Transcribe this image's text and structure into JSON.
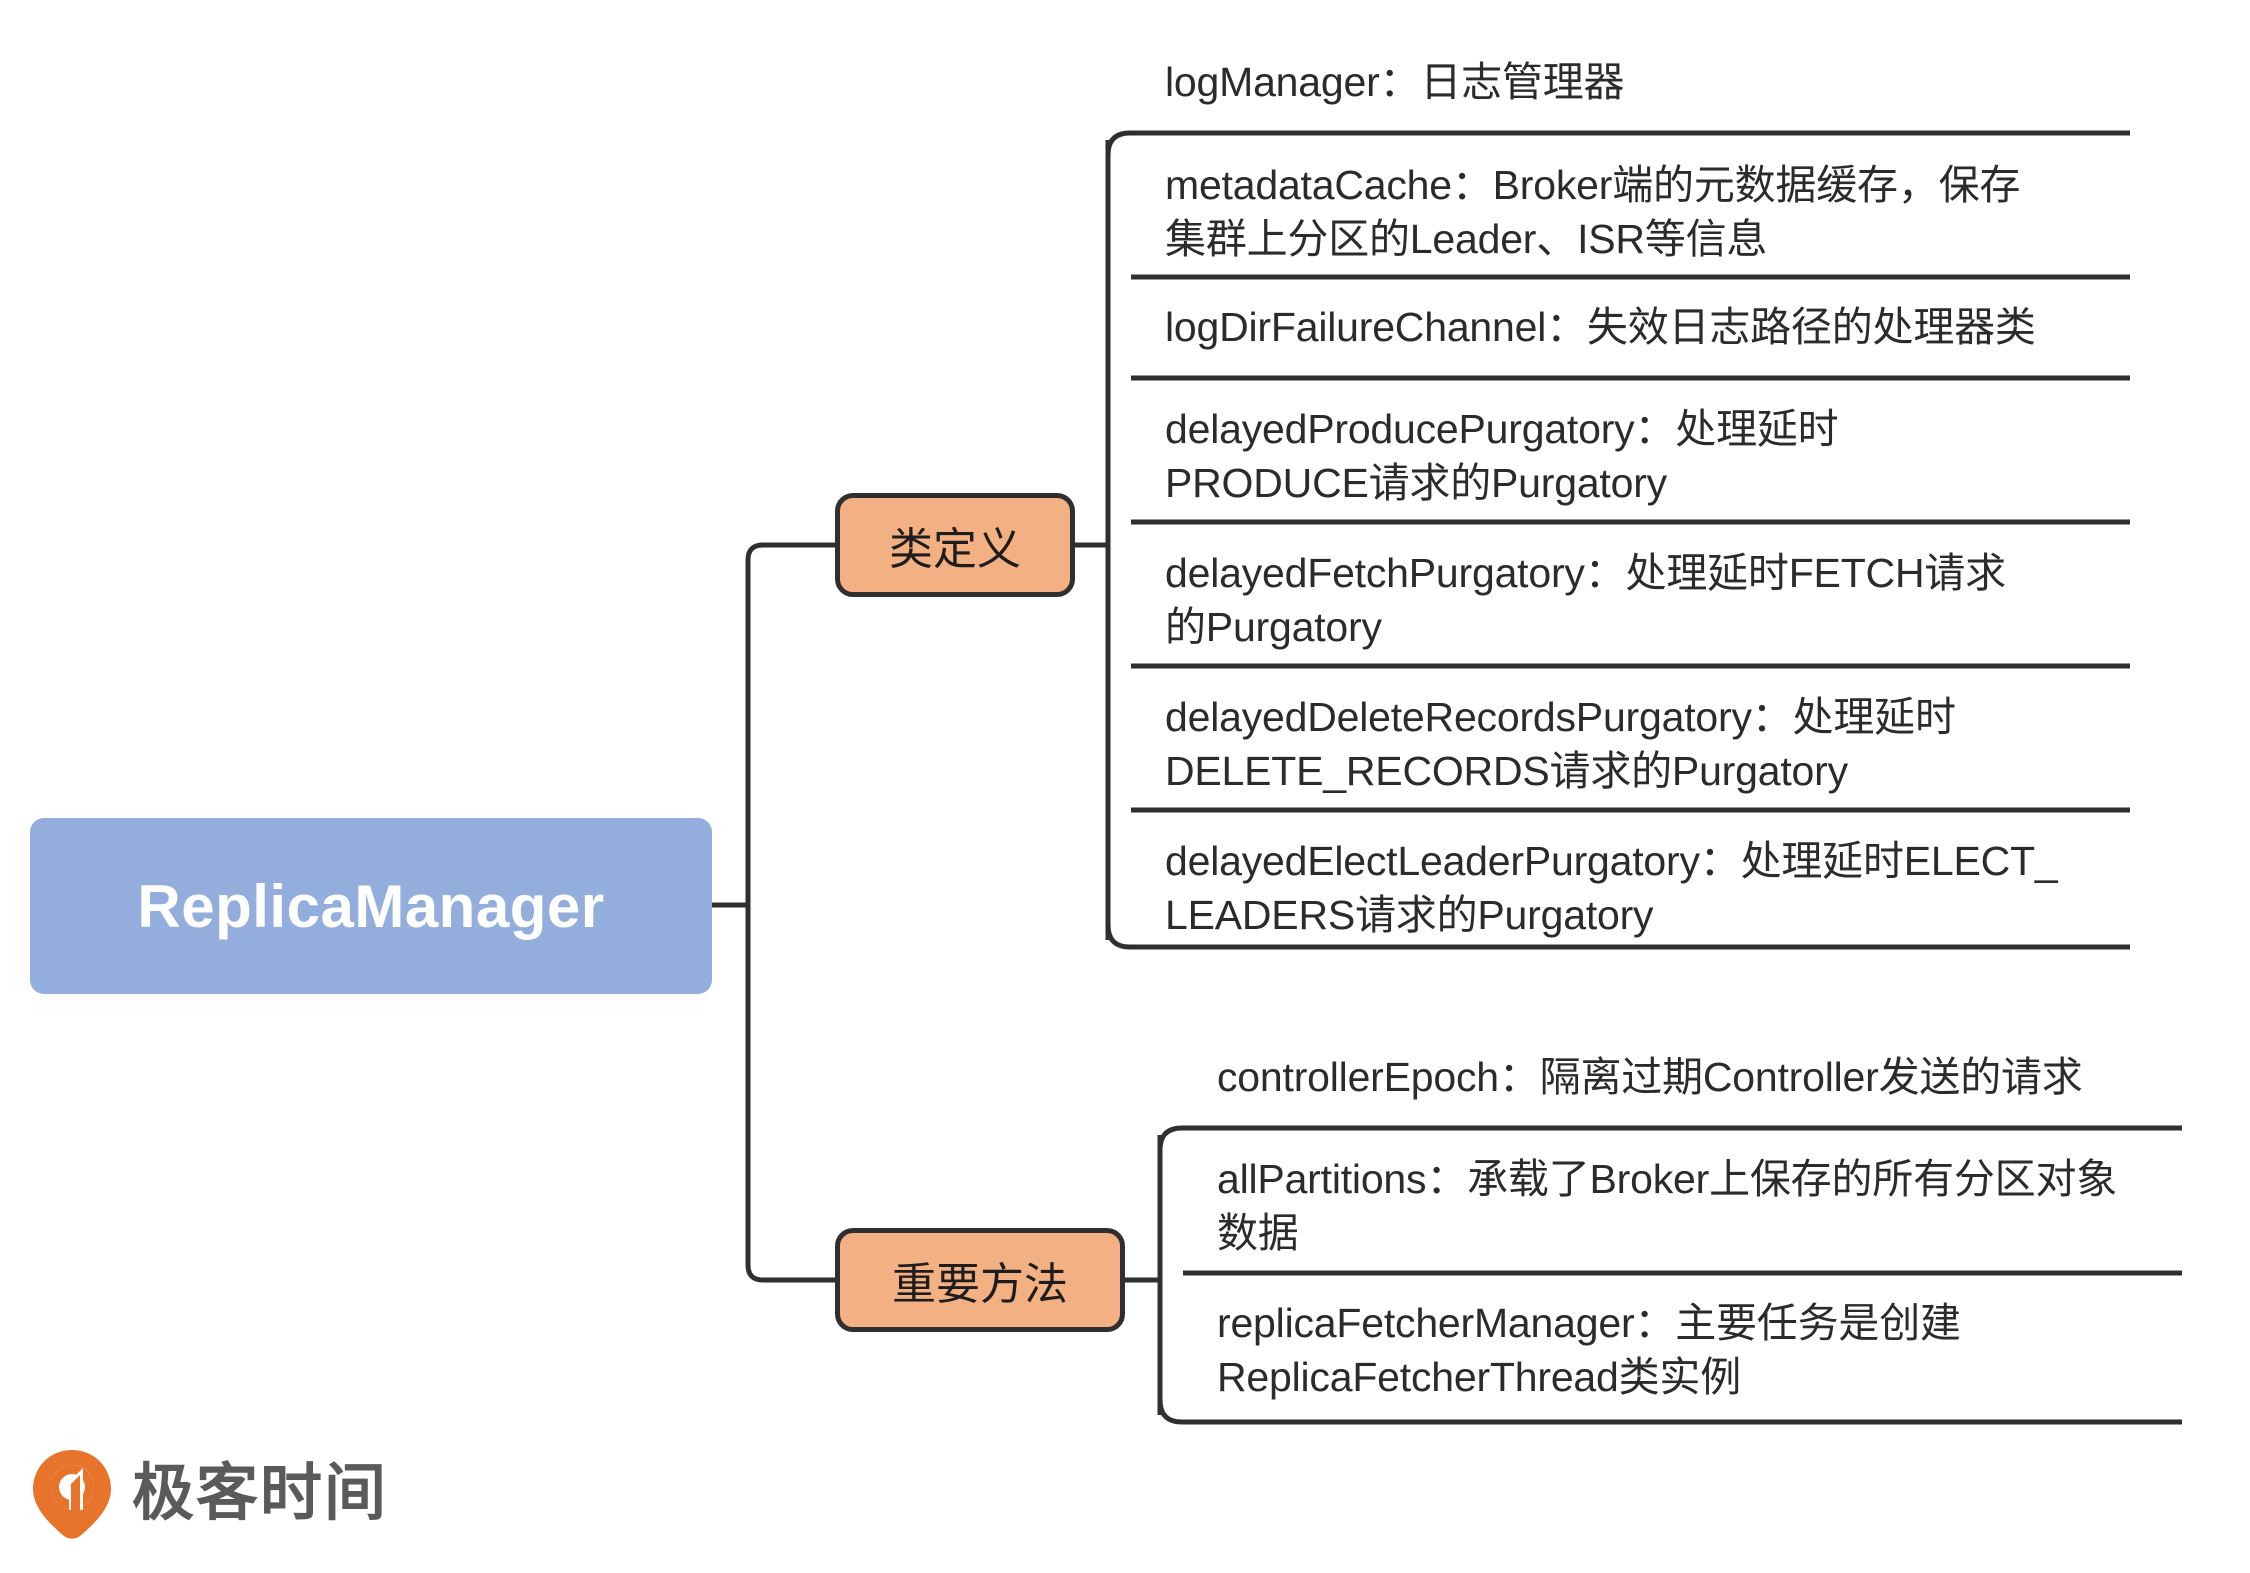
{
  "diagram": {
    "type": "mindmap",
    "root": {
      "label": "ReplicaManager",
      "color": "#93AEDC",
      "text_color": "#FFFFFF"
    },
    "branch_color": "#F3B083",
    "branch_border_color": "#2F2F2F",
    "line_color": "#2F2F2F",
    "branches": [
      {
        "label": "类定义",
        "items": [
          {
            "text": "logManager：日志管理器"
          },
          {
            "text": "metadataCache：Broker端的元数据缓存，保存\n集群上分区的Leader、ISR等信息"
          },
          {
            "text": "logDirFailureChannel：失效日志路径的处理器类"
          },
          {
            "text": "delayedProducePurgatory：处理延时\nPRODUCE请求的Purgatory"
          },
          {
            "text": "delayedFetchPurgatory：处理延时FETCH请求\n的Purgatory"
          },
          {
            "text": "delayedDeleteRecordsPurgatory：处理延时\nDELETE_RECORDS请求的Purgatory"
          },
          {
            "text": "delayedElectLeaderPurgatory：处理延时ELECT_\nLEADERS请求的Purgatory"
          }
        ]
      },
      {
        "label": "重要方法",
        "items": [
          {
            "text": "controllerEpoch：隔离过期Controller发送的请求"
          },
          {
            "text": "allPartitions：承载了Broker上保存的所有分区对象\n数据"
          },
          {
            "text": "replicaFetcherManager：主要任务是创建\nReplicaFetcherThread类实例"
          }
        ]
      }
    ]
  },
  "watermark": {
    "brand": "极客时间",
    "logo_icon": "geektime-pin-icon",
    "logo_color": "#E8732A",
    "text_color": "#5A5A5A"
  }
}
